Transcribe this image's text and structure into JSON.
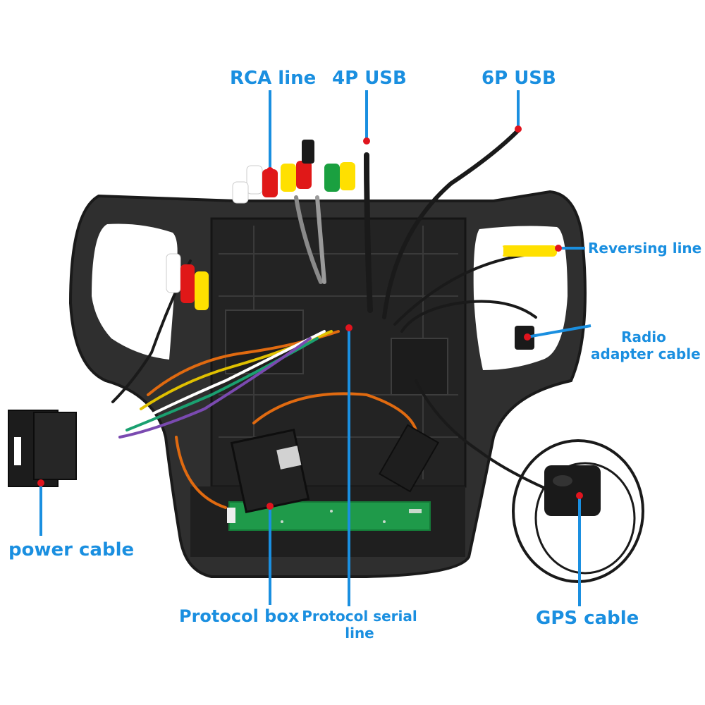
{
  "labels": {
    "rca_line": "RCA line",
    "usb_4p": "4P USB",
    "usb_6p": "6P USB",
    "reversing_line": "Reversing line",
    "radio_adapter_line1": "Radio",
    "radio_adapter_line2": "adapter cable",
    "power_cable": "power cable",
    "protocol_box": "Protocol box",
    "protocol_serial_line1": "Protocol serial",
    "protocol_serial_line2": "line",
    "gps_cable": "GPS cable"
  },
  "colors": {
    "label_blue": "#1a8fe0",
    "marker_red": "#e0141e",
    "frame_dark": "#2b2b2b",
    "pcb_green": "#1f9a4a"
  }
}
